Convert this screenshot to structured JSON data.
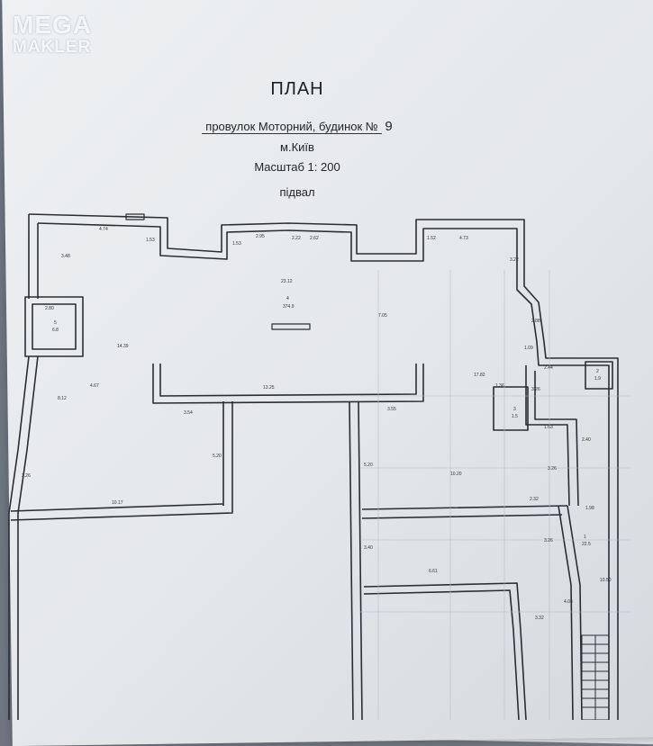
{
  "logo": {
    "line1": "MEGA",
    "line2": "MAKLER"
  },
  "document": {
    "title": "ПЛАН",
    "address_prefix": "провулок Моторний,  будинок №",
    "address_number": "9",
    "city": "м.Київ",
    "scale": "Масштаб 1: 200",
    "floor": "підвал"
  },
  "dimensions": {
    "d1": "4.74",
    "d2": "1.53",
    "d3": "1.53",
    "d4": "2.95",
    "d5": "2.22",
    "d6": "2.62",
    "d7": "1.52",
    "d8": "4.73",
    "d9": "3.22",
    "d10": "23.12",
    "d11": "2.88",
    "d12": "1.09",
    "d13": "14.39",
    "d14": "7.05",
    "d15": "4.67",
    "d16": "13.25",
    "d17": "17.82",
    "d18": "1.36",
    "d19": "2.44",
    "d20": "3.54",
    "d21": "3.55",
    "d22": "1.63",
    "d23": "2.40",
    "d24": "5.20",
    "d25": "5.20",
    "d26": "10.20",
    "d27": "3.26",
    "d28": "10.17",
    "d29": "2.32",
    "d30": "1.98",
    "d31": "3.40",
    "d32": "6.61",
    "d33": "3.26",
    "d34": "4.08",
    "d35": "3.32",
    "d36": "2.80",
    "d37": "3.48",
    "d38": "8.12",
    "d39": "3.26",
    "d40": "3.26",
    "d41": "10.50"
  },
  "rooms": {
    "r1_num": "4",
    "r1_area": "374.9",
    "r2_num": "5",
    "r2_area": "6.8",
    "r3_num": "3",
    "r3_area": "1.5",
    "r4_num": "2",
    "r4_area": "1.9",
    "r5_num": "1",
    "r5_area": "22.5"
  }
}
